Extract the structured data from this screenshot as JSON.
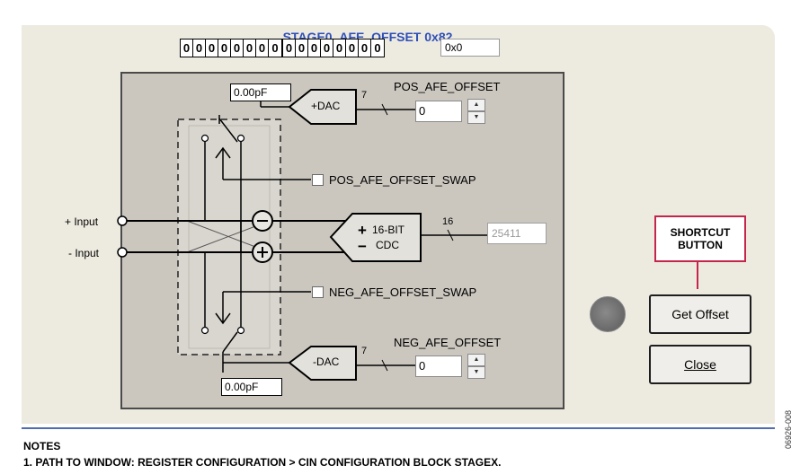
{
  "register": {
    "title": "STAGE0_AFE_OFFSET 0x82",
    "bits": [
      "0",
      "0",
      "0",
      "0",
      "0",
      "0",
      "0",
      "0",
      "0",
      "0",
      "0",
      "0",
      "0",
      "0",
      "0",
      "0"
    ],
    "hex_value": "0x0"
  },
  "pos": {
    "cap_value": "0.00pF",
    "dac_label": "+DAC",
    "bus_width": "7",
    "offset_label": "POS_AFE_OFFSET",
    "offset_value": "0",
    "swap_label": "POS_AFE_OFFSET_SWAP"
  },
  "neg": {
    "cap_value": "0.00pF",
    "dac_label": "-DAC",
    "bus_width": "7",
    "offset_label": "NEG_AFE_OFFSET",
    "offset_value": "0",
    "swap_label": "NEG_AFE_OFFSET_SWAP"
  },
  "inputs": {
    "plus": "+ Input",
    "minus": "- Input"
  },
  "cdc": {
    "line1": "16-BIT",
    "line2": "CDC",
    "bus_width": "16",
    "result": "25411"
  },
  "callout": {
    "line1": "SHORTCUT",
    "line2": "BUTTON"
  },
  "buttons": {
    "get_offset": "Get Offset",
    "close": "Close"
  },
  "spin_arrows": {
    "up": "▲",
    "down": "▼"
  },
  "notes": {
    "heading": "NOTES",
    "item1": "1. PATH TO WINDOW: REGISTER CONFIGURATION > CIN CONFIGURATION BLOCK STAGEX."
  },
  "figure_id": "06926-008",
  "colors": {
    "title_blue": "#2f4fb8",
    "callout_border": "#c4264b",
    "window_bg": "#edeae0",
    "panel_bg": "#cbc7bf"
  }
}
